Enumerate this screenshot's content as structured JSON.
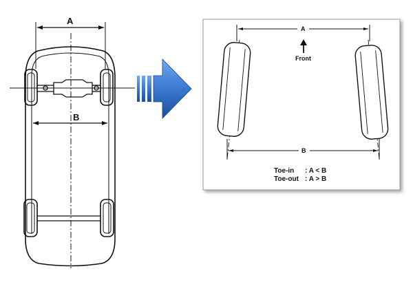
{
  "car_diagram": {
    "label_a": "A",
    "label_b": "B"
  },
  "toe_diagram": {
    "label_a": "A",
    "label_b": "B",
    "front_label": "Front",
    "toe_in_label": "Toe-in",
    "toe_in_rule": ": A < B",
    "toe_out_label": "Toe-out",
    "toe_out_rule": ": A > B"
  },
  "colors": {
    "arrow_dark": "#1e4f9a",
    "arrow_light": "#4f8fdc",
    "line": "#111111",
    "panel_border": "#9a9a9a"
  },
  "icons": {
    "transition_arrow": "arrow-right-icon",
    "front_arrow": "arrow-up-icon"
  }
}
